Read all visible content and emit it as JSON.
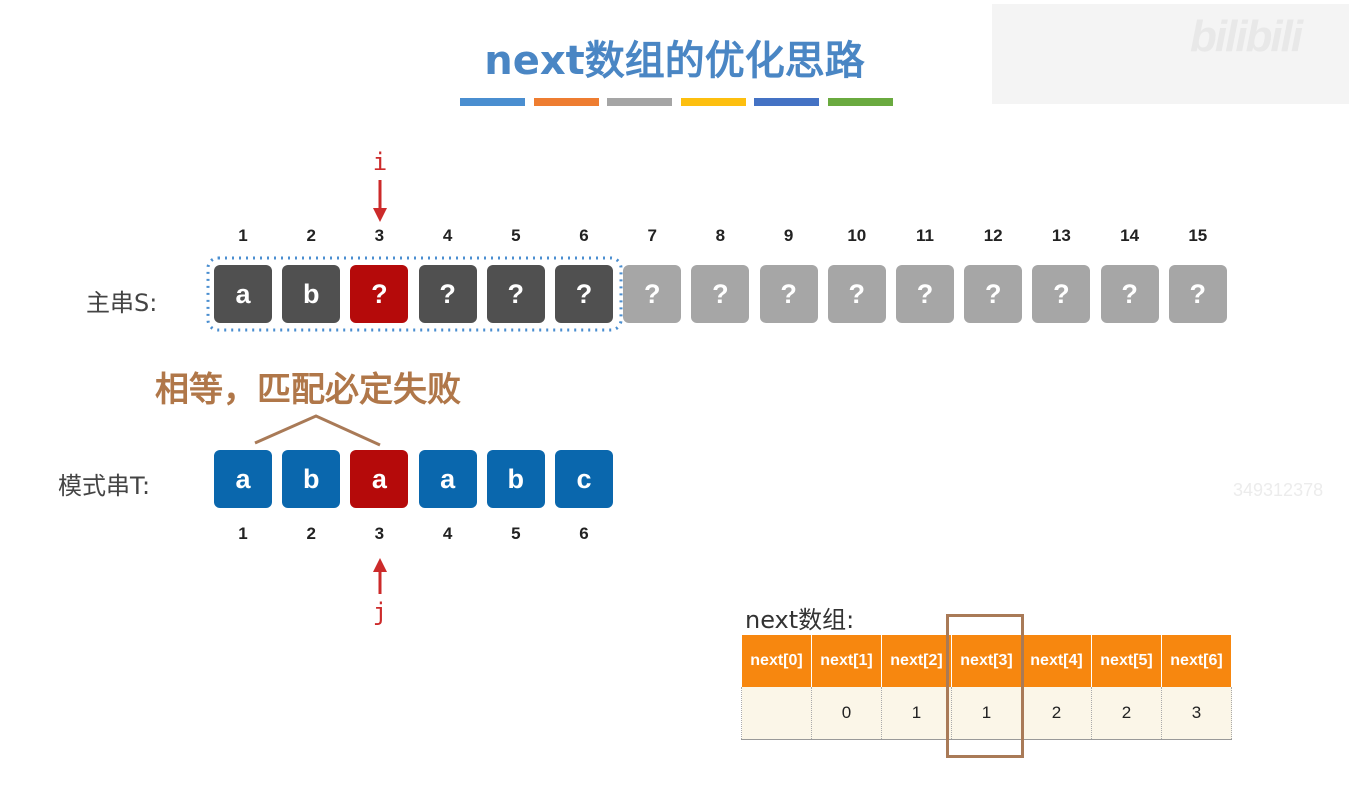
{
  "title": "next数组的优化思路",
  "title_bar_colors": [
    "#4a8ed0",
    "#ee7d31",
    "#a5a5a5",
    "#fdbf0f",
    "#4472c4",
    "#6aaa3f"
  ],
  "watermark_logo": "bilibili",
  "watermark_id": "349312378",
  "main_string": {
    "label": "主串S:",
    "indices": [
      "1",
      "2",
      "3",
      "4",
      "5",
      "6",
      "7",
      "8",
      "9",
      "10",
      "11",
      "12",
      "13",
      "14",
      "15"
    ],
    "chars": [
      "a",
      "b",
      "?",
      "?",
      "?",
      "?",
      "?",
      "?",
      "?",
      "?",
      "?",
      "?",
      "?",
      "?",
      "?"
    ],
    "states": [
      "dark",
      "dark",
      "red",
      "dark",
      "dark",
      "dark",
      "light",
      "light",
      "light",
      "light",
      "light",
      "light",
      "light",
      "light",
      "light"
    ],
    "pointer_label": "i",
    "pointer_index": 3
  },
  "pattern_string": {
    "label": "模式串T:",
    "indices": [
      "1",
      "2",
      "3",
      "4",
      "5",
      "6"
    ],
    "chars": [
      "a",
      "b",
      "a",
      "a",
      "b",
      "c"
    ],
    "states": [
      "blue",
      "blue",
      "red",
      "blue",
      "blue",
      "blue"
    ],
    "pointer_label": "j",
    "pointer_index": 3
  },
  "note": "相等，匹配必定失败",
  "next_table": {
    "label": "next数组:",
    "headers": [
      "next[0]",
      "next[1]",
      "next[2]",
      "next[3]",
      "next[4]",
      "next[5]",
      "next[6]"
    ],
    "values": [
      "",
      "0",
      "1",
      "1",
      "2",
      "2",
      "3"
    ],
    "highlighted_column": 3
  },
  "colors": {
    "dark": "#505050",
    "light": "#a6a6a6",
    "red": "#b50a0a",
    "blue": "#0a67ad",
    "note": "#b07749",
    "table_header": "#f7870f"
  }
}
